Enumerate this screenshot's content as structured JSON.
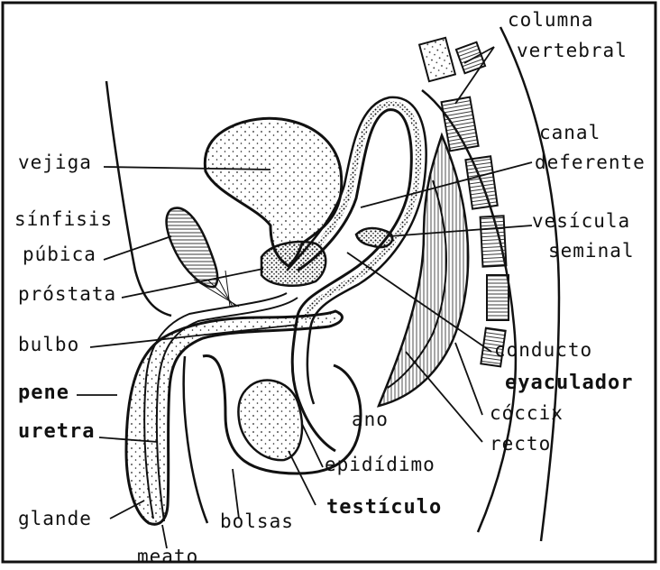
{
  "colors": {
    "ink": "#111111",
    "paper": "#ffffff"
  },
  "labels": {
    "columna": "columna",
    "vertebral": "vertebral",
    "canal": "canal",
    "deferente": "deferente",
    "vejiga": "vejiga",
    "vesicula": "vesícula",
    "seminal": "seminal",
    "sinfisis": "sínfisis",
    "pubica": "púbica",
    "prostata": "próstata",
    "bulbo": "bulbo",
    "conducto": "conducto",
    "eyaculador": "eyaculador",
    "pene": "pene",
    "ano": "ano",
    "coccix": "cóccix",
    "uretra": "uretra",
    "recto": "recto",
    "epididimo": "epidídimo",
    "glande": "glande",
    "bolsas": "bolsas",
    "testiculo": "testículo",
    "meato": "meato"
  }
}
